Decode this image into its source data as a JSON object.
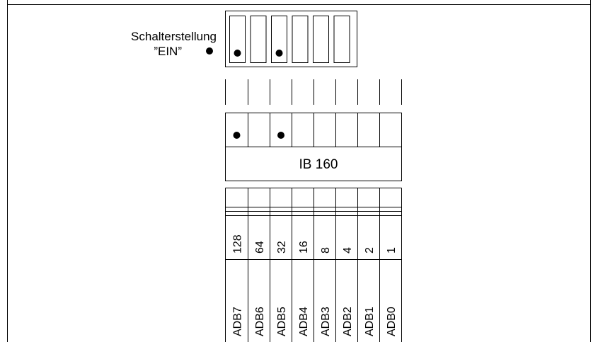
{
  "switch_label": {
    "line1": "Schalterstellung",
    "line2": "”EIN”"
  },
  "switch_count": 6,
  "switches_on": [
    0,
    2
  ],
  "byte_label": "IB 160",
  "bit_count": 8,
  "bits_on": [
    0,
    2
  ],
  "bit_values": [
    "128",
    "64",
    "32",
    "16",
    "8",
    "4",
    "2",
    "1"
  ],
  "bit_names": [
    "ADB7",
    "ADB6",
    "ADB5",
    "ADB4",
    "ADB3",
    "ADB2",
    "ADB1",
    "ADB0"
  ]
}
